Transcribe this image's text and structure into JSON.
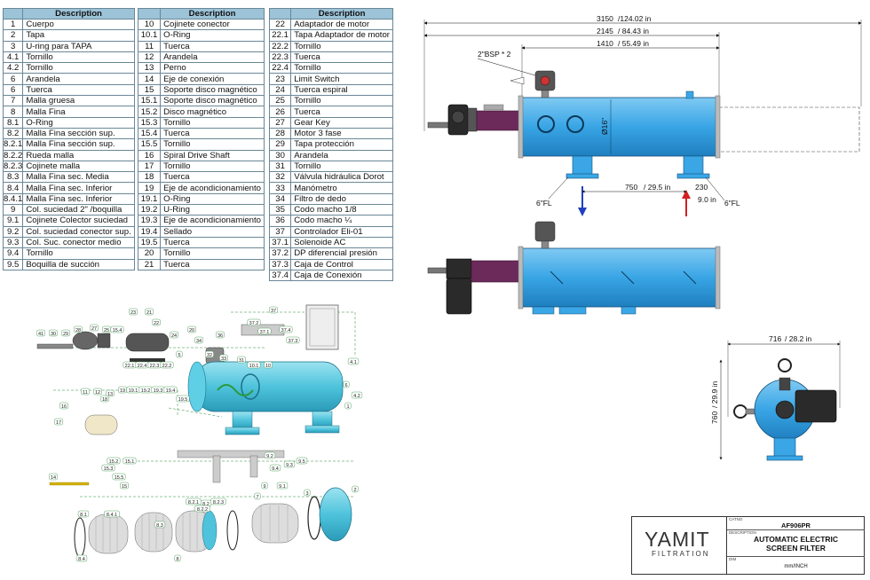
{
  "table1": {
    "header": "Description",
    "rows": [
      [
        "1",
        "Cuerpo"
      ],
      [
        "2",
        "Tapa"
      ],
      [
        "3",
        "U-ring para TAPA"
      ],
      [
        "4.1",
        "Tornillo"
      ],
      [
        "4.2",
        "Tornillo"
      ],
      [
        "6",
        "Arandela"
      ],
      [
        "6",
        "Tuerca"
      ],
      [
        "7",
        "Malla gruesa"
      ],
      [
        "8",
        "Malla Fina"
      ],
      [
        "8.1",
        "O-Ring"
      ],
      [
        "8.2",
        "Malla Fina sección sup."
      ],
      [
        "8.2.1",
        "Malla Fina sección sup."
      ],
      [
        "8.2.2",
        "Rueda malla"
      ],
      [
        "8.2.3",
        "Cojinete malla"
      ],
      [
        "8.3",
        "Malla Fina sec. Media"
      ],
      [
        "8.4",
        "Malla Fina sec. Inferior"
      ],
      [
        "8.4.1",
        "Malla Fina sec. Inferior"
      ],
      [
        "9",
        "Col. suciedad 2\" /boquilla"
      ],
      [
        "9.1",
        "Cojinete Colector suciedad"
      ],
      [
        "9.2",
        "Col. suciedad conector sup."
      ],
      [
        "9.3",
        "Col. Suc. conector medio"
      ],
      [
        "9.4",
        "Tornillo"
      ],
      [
        "9.5",
        "Boquilla de succión"
      ]
    ]
  },
  "table2": {
    "header": "Description",
    "rows": [
      [
        "10",
        "Cojinete conector"
      ],
      [
        "10.1",
        "O-Ring"
      ],
      [
        "11",
        "Tuerca"
      ],
      [
        "12",
        "Arandela"
      ],
      [
        "13",
        "Perno"
      ],
      [
        "14",
        "Eje de conexión"
      ],
      [
        "15",
        "Soporte disco magnético"
      ],
      [
        "15.1",
        "Soporte disco magnético"
      ],
      [
        "15.2",
        "Disco magnético"
      ],
      [
        "15.3",
        "Tornillo"
      ],
      [
        "15.4",
        "Tuerca"
      ],
      [
        "15.5",
        "Tornillo"
      ],
      [
        "16",
        "Spiral Drive Shaft"
      ],
      [
        "17",
        "Tornillo"
      ],
      [
        "18",
        "Tuerca"
      ],
      [
        "19",
        "Eje de acondicionamiento"
      ],
      [
        "19.1",
        "O-Ring"
      ],
      [
        "19.2",
        "U-Ring"
      ],
      [
        "19.3",
        "Eje de acondicionamiento"
      ],
      [
        "19.4",
        "Sellado"
      ],
      [
        "19.5",
        "Tuerca"
      ],
      [
        "20",
        "Tornillo"
      ],
      [
        "21",
        "Tuerca"
      ]
    ]
  },
  "table3": {
    "header": "Description",
    "rows": [
      [
        "22",
        "Adaptador de motor"
      ],
      [
        "22.1",
        "Tapa Adaptador de motor"
      ],
      [
        "22.2",
        "Tornillo"
      ],
      [
        "22.3",
        "Tuerca"
      ],
      [
        "22.4",
        "Tornillo"
      ],
      [
        "23",
        "Limit Switch"
      ],
      [
        "24",
        "Tuerca espiral"
      ],
      [
        "25",
        "Tornillo"
      ],
      [
        "26",
        "Tuerca"
      ],
      [
        "27",
        "Gear Key"
      ],
      [
        "28",
        "Motor 3 fase"
      ],
      [
        "29",
        "Tapa protección"
      ],
      [
        "30",
        "Arandela"
      ],
      [
        "31",
        "Tornillo"
      ],
      [
        "32",
        "Válvula  hidráulica Dorot"
      ],
      [
        "33",
        "Manómetro"
      ],
      [
        "34",
        "Filtro de dedo"
      ],
      [
        "35",
        "Codo macho 1/8"
      ],
      [
        "36",
        "Codo macho ¼"
      ],
      [
        "37",
        "Controlador Eli-01"
      ],
      [
        "37.1",
        "Solenoide AC"
      ],
      [
        "37.2",
        "DP diferencial presión"
      ],
      [
        "37.3",
        "Caja de Control"
      ],
      [
        "37.4",
        "Caja de Conexión"
      ]
    ]
  },
  "dimensions": {
    "total": "3150",
    "total_in": "/124.02 in",
    "mid": "2145",
    "mid_in": "/ 84.43 in",
    "short": "1410",
    "short_in": "/ 55.49 in",
    "bsp": "2\"BSP * 2",
    "diameter": "Ø16\"",
    "inlet": "6\"FL",
    "outlet": "6\"FL",
    "between": "750",
    "between_in": "/ 29.5 in",
    "offset": "230",
    "offset_in": "9.0 in",
    "width": "716",
    "width_in": "/ 28.2 in",
    "height": "760",
    "height_in": "/ 29.9 in"
  },
  "callouts": [
    "41",
    "30",
    "29",
    "28",
    "27",
    "25",
    "15.4",
    "23",
    "21",
    "22",
    "24",
    "20",
    "22.1",
    "22.4",
    "22.3",
    "22.2",
    "37",
    "37.2",
    "37.1",
    "37.4",
    "37.3",
    "36",
    "34",
    "32",
    "33",
    "31",
    "10.1",
    "10",
    "6",
    "4.1",
    "4.2",
    "1",
    "9",
    "9.1",
    "9.2",
    "9.3",
    "9.4",
    "9.5",
    "8",
    "8.1",
    "8.2",
    "8.3",
    "8.4",
    "8.4.1",
    "8.2.1",
    "8.2.2",
    "8.2.3",
    "7",
    "3",
    "2",
    "14",
    "15",
    "15.1",
    "15.2",
    "15.3",
    "15.5",
    "16",
    "17",
    "18",
    "19",
    "19.1",
    "19.2",
    "19.3",
    "19.4",
    "19.5",
    "11",
    "12",
    "13",
    "5"
  ],
  "colors": {
    "body": "#3aa6e6",
    "motor": "#2a2a2a",
    "adapter": "#6b2a5a",
    "header": "#9cc3d8",
    "explode": "#4fc3dc"
  },
  "title_block": {
    "logo": "YAMIT",
    "logo_sub": "FILTRATION",
    "field1_label": "CATNO",
    "field1_value": "AF906PR",
    "field2_label": "DESCRIPTION",
    "field2_value_1": "AUTOMATIC ELECTRIC",
    "field2_value_2": "SCREEN  FILTER",
    "field3_label": "DIM",
    "field3_value": "mm/INCH"
  }
}
